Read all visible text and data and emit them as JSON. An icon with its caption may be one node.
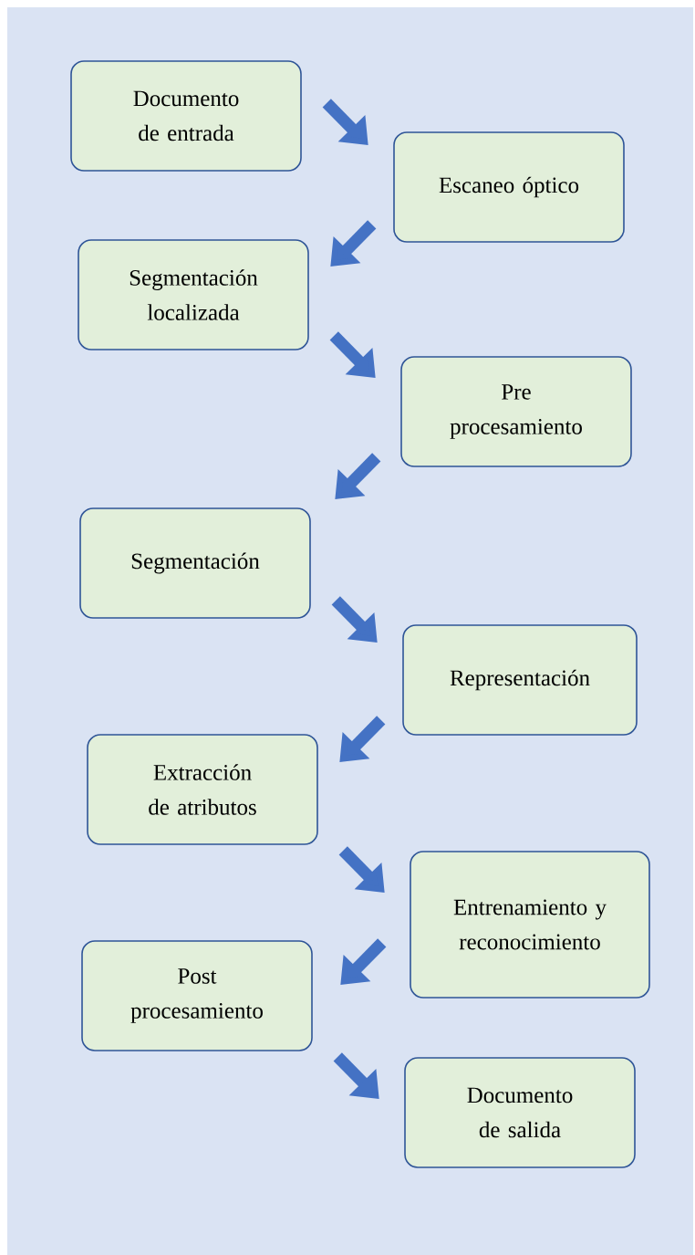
{
  "diagram": {
    "nodes": [
      {
        "text": [
          "Documento de entrada"
        ]
      },
      {
        "text": [
          "Escaneo óptico"
        ]
      },
      {
        "text": [
          "Segmentación localizada"
        ]
      },
      {
        "text": [
          "Pre procesamiento"
        ]
      },
      {
        "text": [
          "Segmentación"
        ]
      },
      {
        "text": [
          "Representación"
        ]
      },
      {
        "text": [
          "Extracción de atributos"
        ]
      },
      {
        "text": [
          "Entrenamiento y reconocimiento"
        ]
      },
      {
        "text": [
          "Post procesamiento"
        ]
      },
      {
        "text": [
          "Documento de salida"
        ]
      }
    ],
    "edges": [
      {
        "from": 0,
        "to": 1,
        "arrow": "to"
      },
      {
        "from": 1,
        "to": 2,
        "arrow": "to"
      },
      {
        "from": 2,
        "to": 3,
        "arrow": "to"
      },
      {
        "from": 3,
        "to": 4,
        "arrow": "to"
      },
      {
        "from": 4,
        "to": 5,
        "arrow": "to"
      },
      {
        "from": 5,
        "to": 6,
        "arrow": "to"
      },
      {
        "from": 6,
        "to": 7,
        "arrow": "to"
      },
      {
        "from": 7,
        "to": 8,
        "arrow": "to"
      },
      {
        "from": 8,
        "to": 9,
        "arrow": "to"
      }
    ]
  }
}
